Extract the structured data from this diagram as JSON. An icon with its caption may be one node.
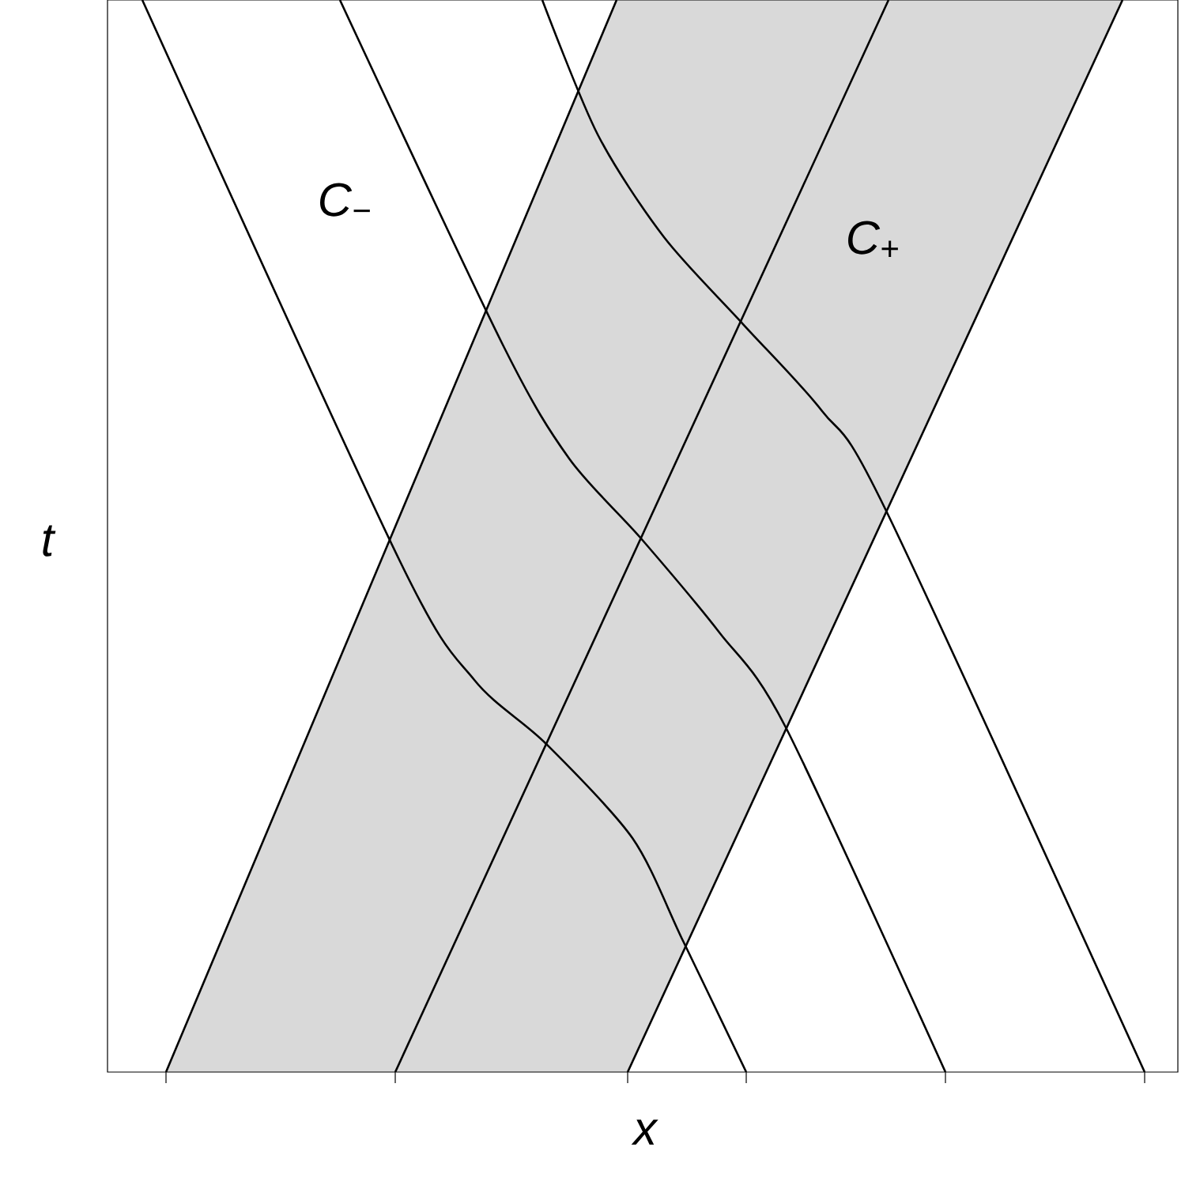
{
  "diagram": {
    "labels": [
      "C$_{−}$",
      "C$_{+}$",
      "t",
      "x"
    ]
  }
}
